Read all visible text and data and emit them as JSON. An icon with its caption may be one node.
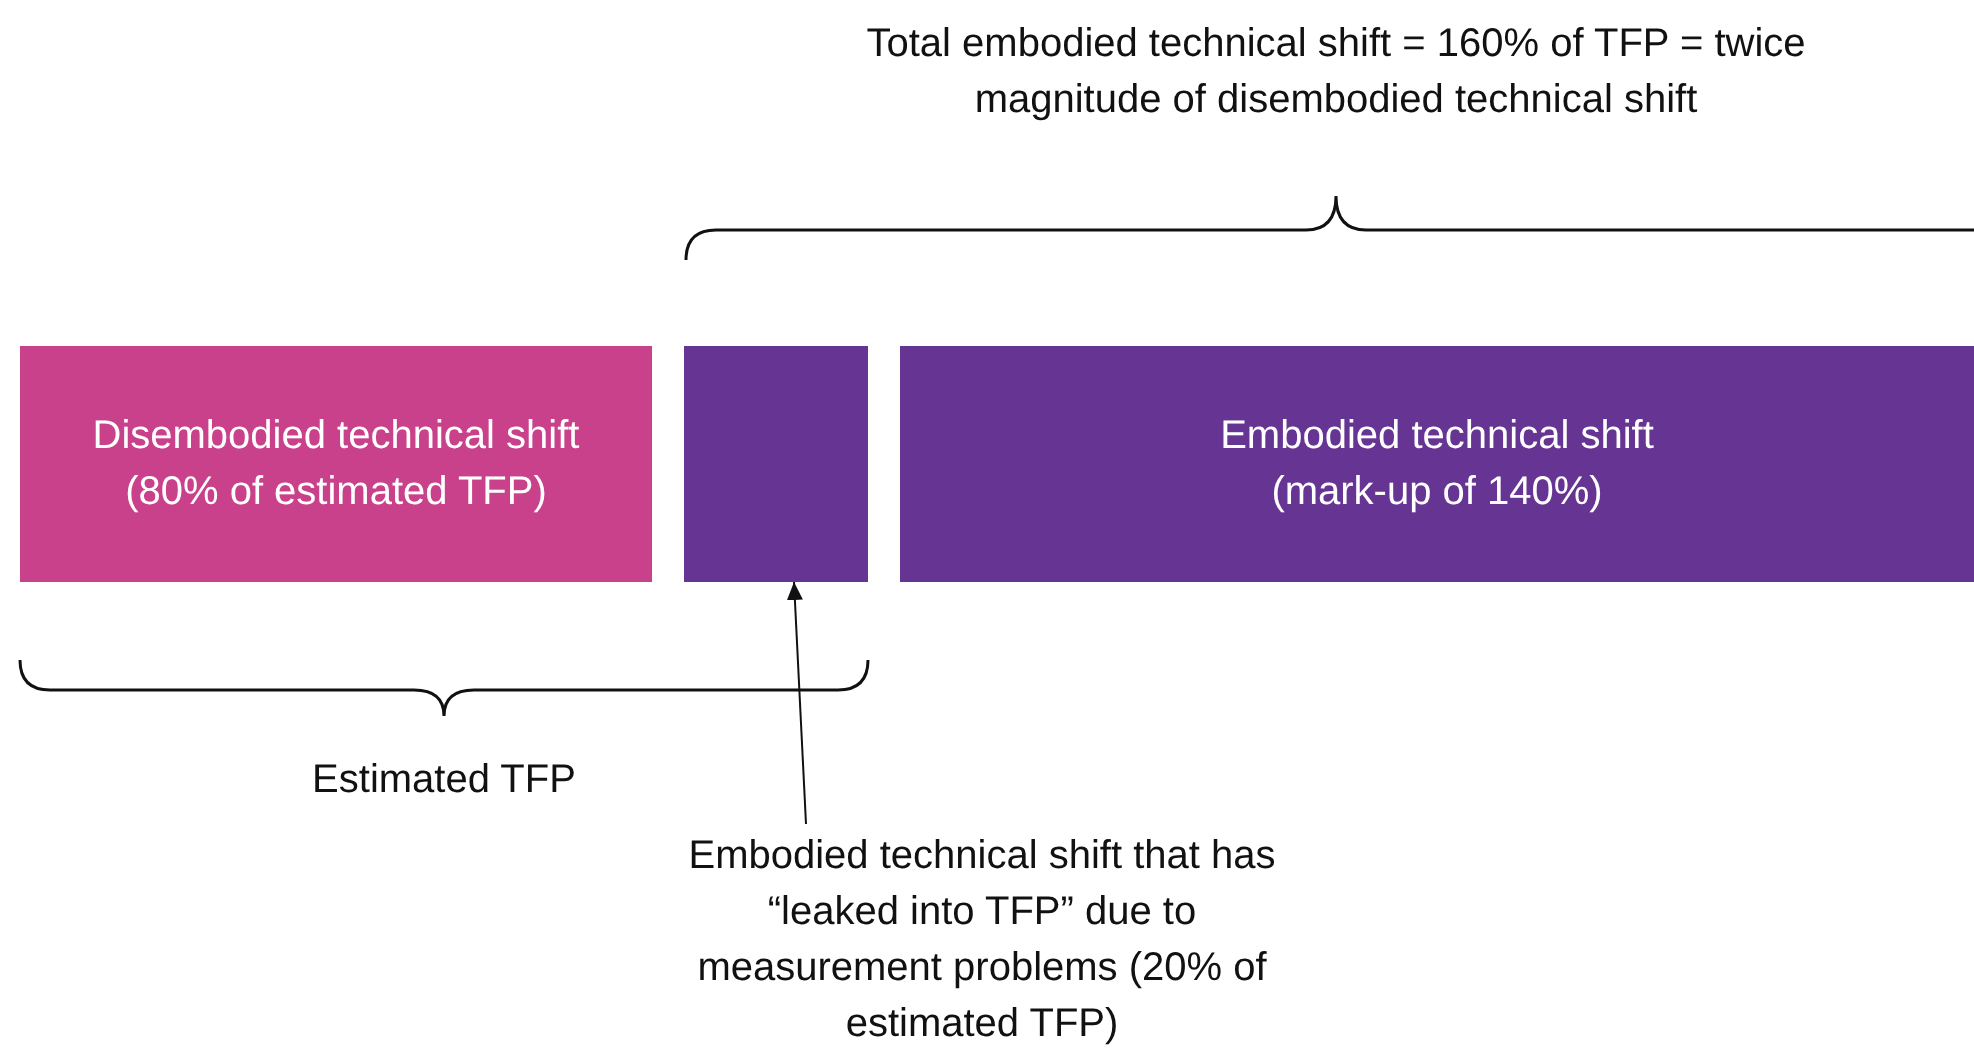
{
  "diagram": {
    "nodes": [
      {
        "text": [
          "Disembodied technical shift",
          "(80% of estimated TFP)"
        ]
      },
      {
        "text": [],
        "shape": "box"
      },
      {
        "text": [
          "Embodied technical shift",
          "(mark-up of 140%)"
        ]
      },
      {
        "text": [
          "Embodied technical shift that has “leaked into TFP” due to measurement problems (20% of estimated TFP)"
        ]
      }
    ],
    "edges": [
      {
        "from": 3,
        "to": 1,
        "arrow": "to"
      }
    ],
    "labels": [
      "Total embodied technical shift = 160% of TFP = twice magnitude of disembodied technical shift",
      "Estimated TFP"
    ]
  }
}
